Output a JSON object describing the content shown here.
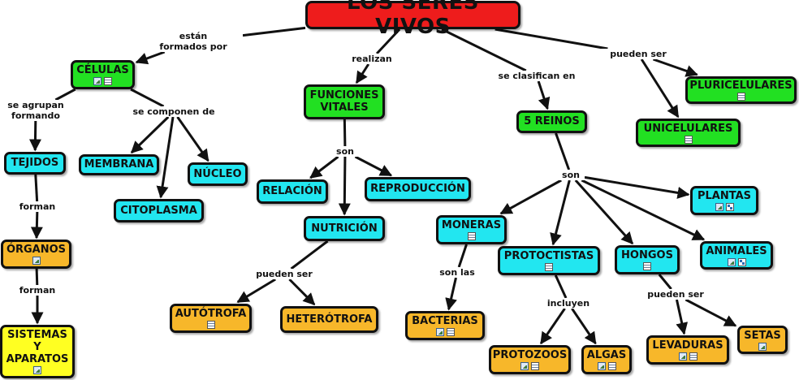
{
  "colors": {
    "title": "#ee1c1c",
    "green": "#22e022",
    "cyan": "#22e6f0",
    "orange": "#f7b72a",
    "yellow": "#ffff22",
    "border": "#111111"
  },
  "nodes": {
    "title": {
      "label": "LOS SERES VIVOS",
      "icons": []
    },
    "celulas": {
      "label": "CÉLULAS",
      "icons": [
        "image-icon",
        "document-icon"
      ]
    },
    "funciones": {
      "label": "FUNCIONES\nVITALES",
      "icons": []
    },
    "reinos": {
      "label": "5 REINOS",
      "icons": []
    },
    "pluricelulares": {
      "label": "PLURICELULARES",
      "icons": [
        "document-icon"
      ]
    },
    "unicelulares": {
      "label": "UNICELULARES",
      "icons": [
        "document-icon"
      ]
    },
    "tejidos": {
      "label": "TEJIDOS",
      "icons": []
    },
    "membrana": {
      "label": "MEMBRANA",
      "icons": []
    },
    "nucleo": {
      "label": "NÚCLEO",
      "icons": []
    },
    "citoplasma": {
      "label": "CITOPLASMA",
      "icons": []
    },
    "relacion": {
      "label": "RELACIÓN",
      "icons": []
    },
    "reproduccion": {
      "label": "REPRODUCCIÓN",
      "icons": []
    },
    "nutricion": {
      "label": "NUTRICIÓN",
      "icons": []
    },
    "plantas": {
      "label": "PLANTAS",
      "icons": [
        "image-icon",
        "concept-icon"
      ]
    },
    "moneras": {
      "label": "MONERAS",
      "icons": [
        "document-icon"
      ]
    },
    "protoctistas": {
      "label": "PROTOCTISTAS",
      "icons": [
        "document-icon"
      ]
    },
    "hongos": {
      "label": "HONGOS",
      "icons": [
        "document-icon"
      ]
    },
    "animales": {
      "label": "ANIMALES",
      "icons": [
        "image-icon",
        "concept-icon"
      ]
    },
    "organos": {
      "label": "ÓRGANOS",
      "icons": [
        "image-icon"
      ]
    },
    "sistemas": {
      "label": "SISTEMAS\nY\nAPARATOS",
      "icons": [
        "image-icon"
      ]
    },
    "autotrofa": {
      "label": "AUTÓTROFA",
      "icons": [
        "document-icon"
      ]
    },
    "heterotrofa": {
      "label": "HETERÓTROFA",
      "icons": []
    },
    "bacterias": {
      "label": "BACTERIAS",
      "icons": [
        "image-icon",
        "document-icon"
      ]
    },
    "protozoos": {
      "label": "PROTOZOOS",
      "icons": [
        "image-icon",
        "document-icon"
      ]
    },
    "algas": {
      "label": "ALGAS",
      "icons": [
        "image-icon",
        "document-icon"
      ]
    },
    "levaduras": {
      "label": "LEVADURAS",
      "icons": [
        "image-icon",
        "document-icon"
      ]
    },
    "setas": {
      "label": "SETAS",
      "icons": [
        "image-icon"
      ]
    }
  },
  "links": {
    "estan_formados": "están\nformados por",
    "realizan": "realizan",
    "se_clasifican": "se clasifican en",
    "pueden_ser_1": "pueden ser",
    "se_agrupan": "se  agrupan\nformando",
    "se_componen": "se componen de",
    "son_1": "son",
    "son_2": "son",
    "forman_1": "forman",
    "forman_2": "forman",
    "pueden_ser_2": "pueden ser",
    "son_las": "son las",
    "incluyen": "incluyen",
    "pueden_ser_3": "pueden ser"
  },
  "edges": [
    [
      "title",
      "estan_formados"
    ],
    [
      "estan_formados",
      "celulas"
    ],
    [
      "title",
      "realizan"
    ],
    [
      "realizan",
      "funciones"
    ],
    [
      "title",
      "se_clasifican"
    ],
    [
      "se_clasifican",
      "reinos"
    ],
    [
      "title",
      "pueden_ser_1"
    ],
    [
      "pueden_ser_1",
      "pluricelulares"
    ],
    [
      "pueden_ser_1",
      "unicelulares"
    ],
    [
      "celulas",
      "se_agrupan"
    ],
    [
      "se_agrupan",
      "tejidos"
    ],
    [
      "celulas",
      "se_componen"
    ],
    [
      "se_componen",
      "membrana"
    ],
    [
      "se_componen",
      "citoplasma"
    ],
    [
      "se_componen",
      "nucleo"
    ],
    [
      "tejidos",
      "forman_1"
    ],
    [
      "forman_1",
      "organos"
    ],
    [
      "organos",
      "forman_2"
    ],
    [
      "forman_2",
      "sistemas"
    ],
    [
      "funciones",
      "son_1"
    ],
    [
      "son_1",
      "relacion"
    ],
    [
      "son_1",
      "nutricion"
    ],
    [
      "son_1",
      "reproduccion"
    ],
    [
      "nutricion",
      "pueden_ser_2"
    ],
    [
      "pueden_ser_2",
      "autotrofa"
    ],
    [
      "pueden_ser_2",
      "heterotrofa"
    ],
    [
      "reinos",
      "son_2"
    ],
    [
      "son_2",
      "moneras"
    ],
    [
      "son_2",
      "protoctistas"
    ],
    [
      "son_2",
      "hongos"
    ],
    [
      "son_2",
      "plantas"
    ],
    [
      "son_2",
      "animales"
    ],
    [
      "moneras",
      "son_las"
    ],
    [
      "son_las",
      "bacterias"
    ],
    [
      "protoctistas",
      "incluyen"
    ],
    [
      "incluyen",
      "protozoos"
    ],
    [
      "incluyen",
      "algas"
    ],
    [
      "hongos",
      "pueden_ser_3"
    ],
    [
      "pueden_ser_3",
      "levaduras"
    ],
    [
      "pueden_ser_3",
      "setas"
    ]
  ]
}
